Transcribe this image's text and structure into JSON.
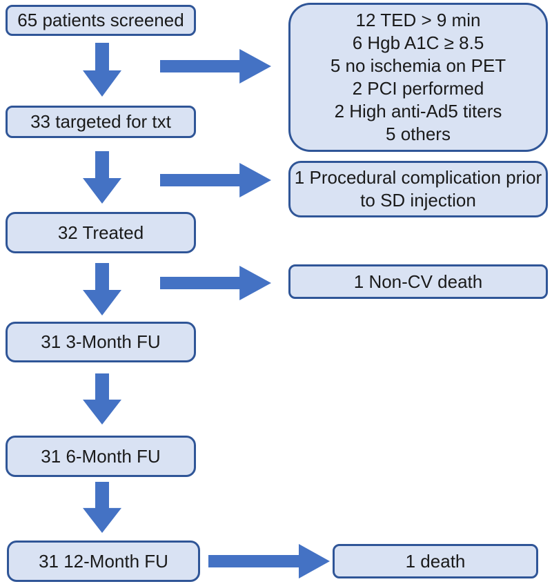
{
  "figure": {
    "type": "patient-flow-diagram",
    "colors": {
      "background": "#ffffff",
      "box_fill": "#d9e2f3",
      "box_border": "#2f5597",
      "arrow": "#4472c4",
      "text": "#1a1a1a"
    },
    "nodes": {
      "screened": {
        "label": "65 patients screened"
      },
      "targeted": {
        "label": "33 targeted for txt"
      },
      "treated": {
        "label": "32 Treated"
      },
      "fu3": {
        "label": "31 3-Month FU"
      },
      "fu6": {
        "label": "31 6-Month FU"
      },
      "fu12": {
        "label": "31 12-Month FU"
      },
      "exclusions": {
        "lines": [
          "12 TED > 9 min",
          "6 Hgb A1C ≥ 8.5",
          "5 no ischemia on PET",
          "2 PCI performed",
          "2 High anti-Ad5 titers",
          "5 others"
        ]
      },
      "complication": {
        "lines": [
          "1 Procedural complication prior",
          "to SD injection"
        ]
      },
      "noncv_death": {
        "label": "1 Non-CV death"
      },
      "death": {
        "label": "1 death"
      }
    }
  }
}
